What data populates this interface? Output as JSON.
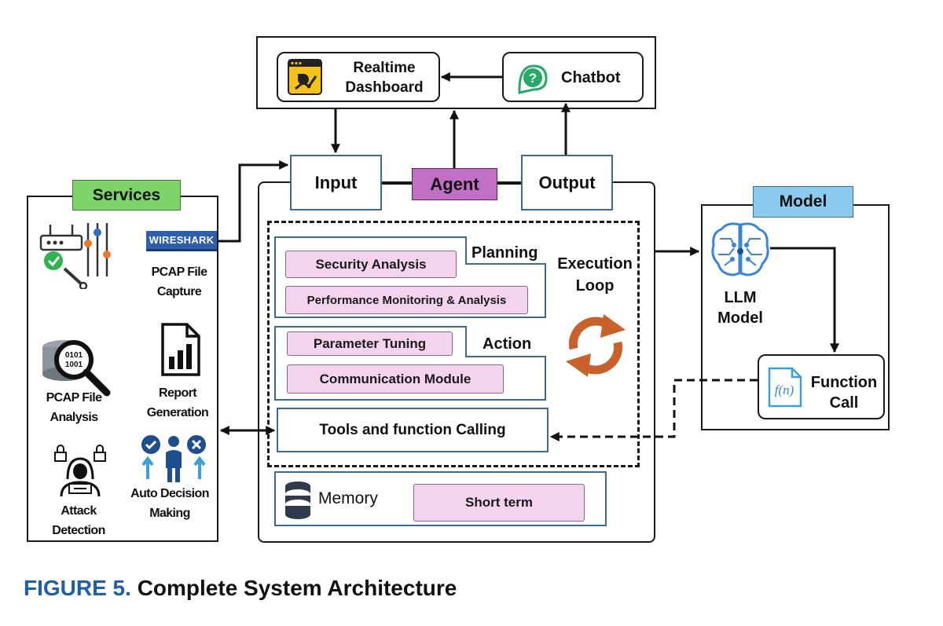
{
  "top": {
    "dashboard_line1": "Realtime",
    "dashboard_line2": "Dashboard",
    "chatbot": "Chatbot"
  },
  "agent": {
    "input": "Input",
    "agent_label": "Agent",
    "output": "Output",
    "planning": {
      "title": "Planning",
      "items": [
        "Security Analysis",
        "Performance Monitoring & Analysis"
      ]
    },
    "action": {
      "title": "Action",
      "items": [
        "Parameter Tuning",
        "Communication Module"
      ]
    },
    "execution_line1": "Execution",
    "execution_line2": "Loop",
    "tools": "Tools and function Calling",
    "memory": "Memory",
    "short_term": "Short term"
  },
  "services": {
    "title": "Services",
    "wireshark": "WIRESHARK",
    "pcap_capture_1": "PCAP File",
    "pcap_capture_2": "Capture",
    "binary_1": "0101",
    "binary_2": "1001",
    "pcap_analysis_1": "PCAP File",
    "pcap_analysis_2": "Analysis",
    "report_1": "Report",
    "report_2": "Generation",
    "attack_1": "Attack",
    "attack_2": "Detection",
    "auto_1": "Auto Decision",
    "auto_2": "Making"
  },
  "model": {
    "title": "Model",
    "llm_1": "LLM",
    "llm_2": "Model",
    "fn_glyph": "f(n)",
    "fn_1": "Function",
    "fn_2": "Call"
  },
  "caption": {
    "label": "FIGURE 5.",
    "text": "Complete System Architecture"
  },
  "colors": {
    "services_header": "#7ed36a",
    "model_header": "#8ccbee",
    "agent_label": "#c46fc6",
    "pill": "#f3d3ee",
    "loop_icon": "#c8622a",
    "caption_label": "#1f5fa8",
    "dashboard_icon": "#f5c21a",
    "chatbot_icon": "#27a96a",
    "brain_icon": "#3a86d6"
  }
}
